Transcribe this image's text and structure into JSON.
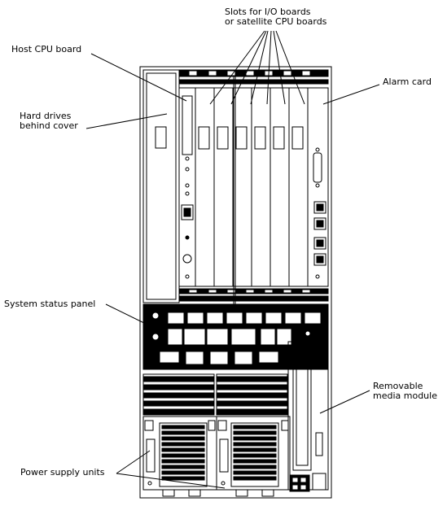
{
  "labels": {
    "io_slots": "Slots for I/O boards\nor satellite CPU boards",
    "host_cpu": "Host CPU board",
    "alarm_card": "Alarm card",
    "hard_drives": "Hard drives\nbehind cover",
    "status_panel": "System status panel",
    "removable_media": "Removable\nmedia module",
    "power_supply": "Power supply units"
  },
  "colors": {
    "line": "#000000",
    "fill": "#ffffff",
    "dark": "#000000"
  }
}
